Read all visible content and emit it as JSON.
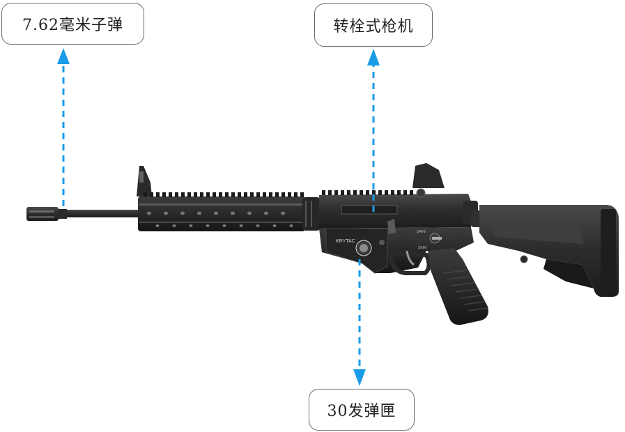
{
  "labels": {
    "cartridge": "7.62毫米子弹",
    "action": "转栓式枪机",
    "magazine": "30发弹匣"
  },
  "receiver_markings": {
    "brand": "KRYTAC",
    "selector_safe": "SAFE",
    "selector_semi": "SEMI"
  },
  "colors": {
    "arrow": "#1a9be6",
    "box_border": "#6a6a6a",
    "rifle_dark": "#2b2b2b"
  }
}
